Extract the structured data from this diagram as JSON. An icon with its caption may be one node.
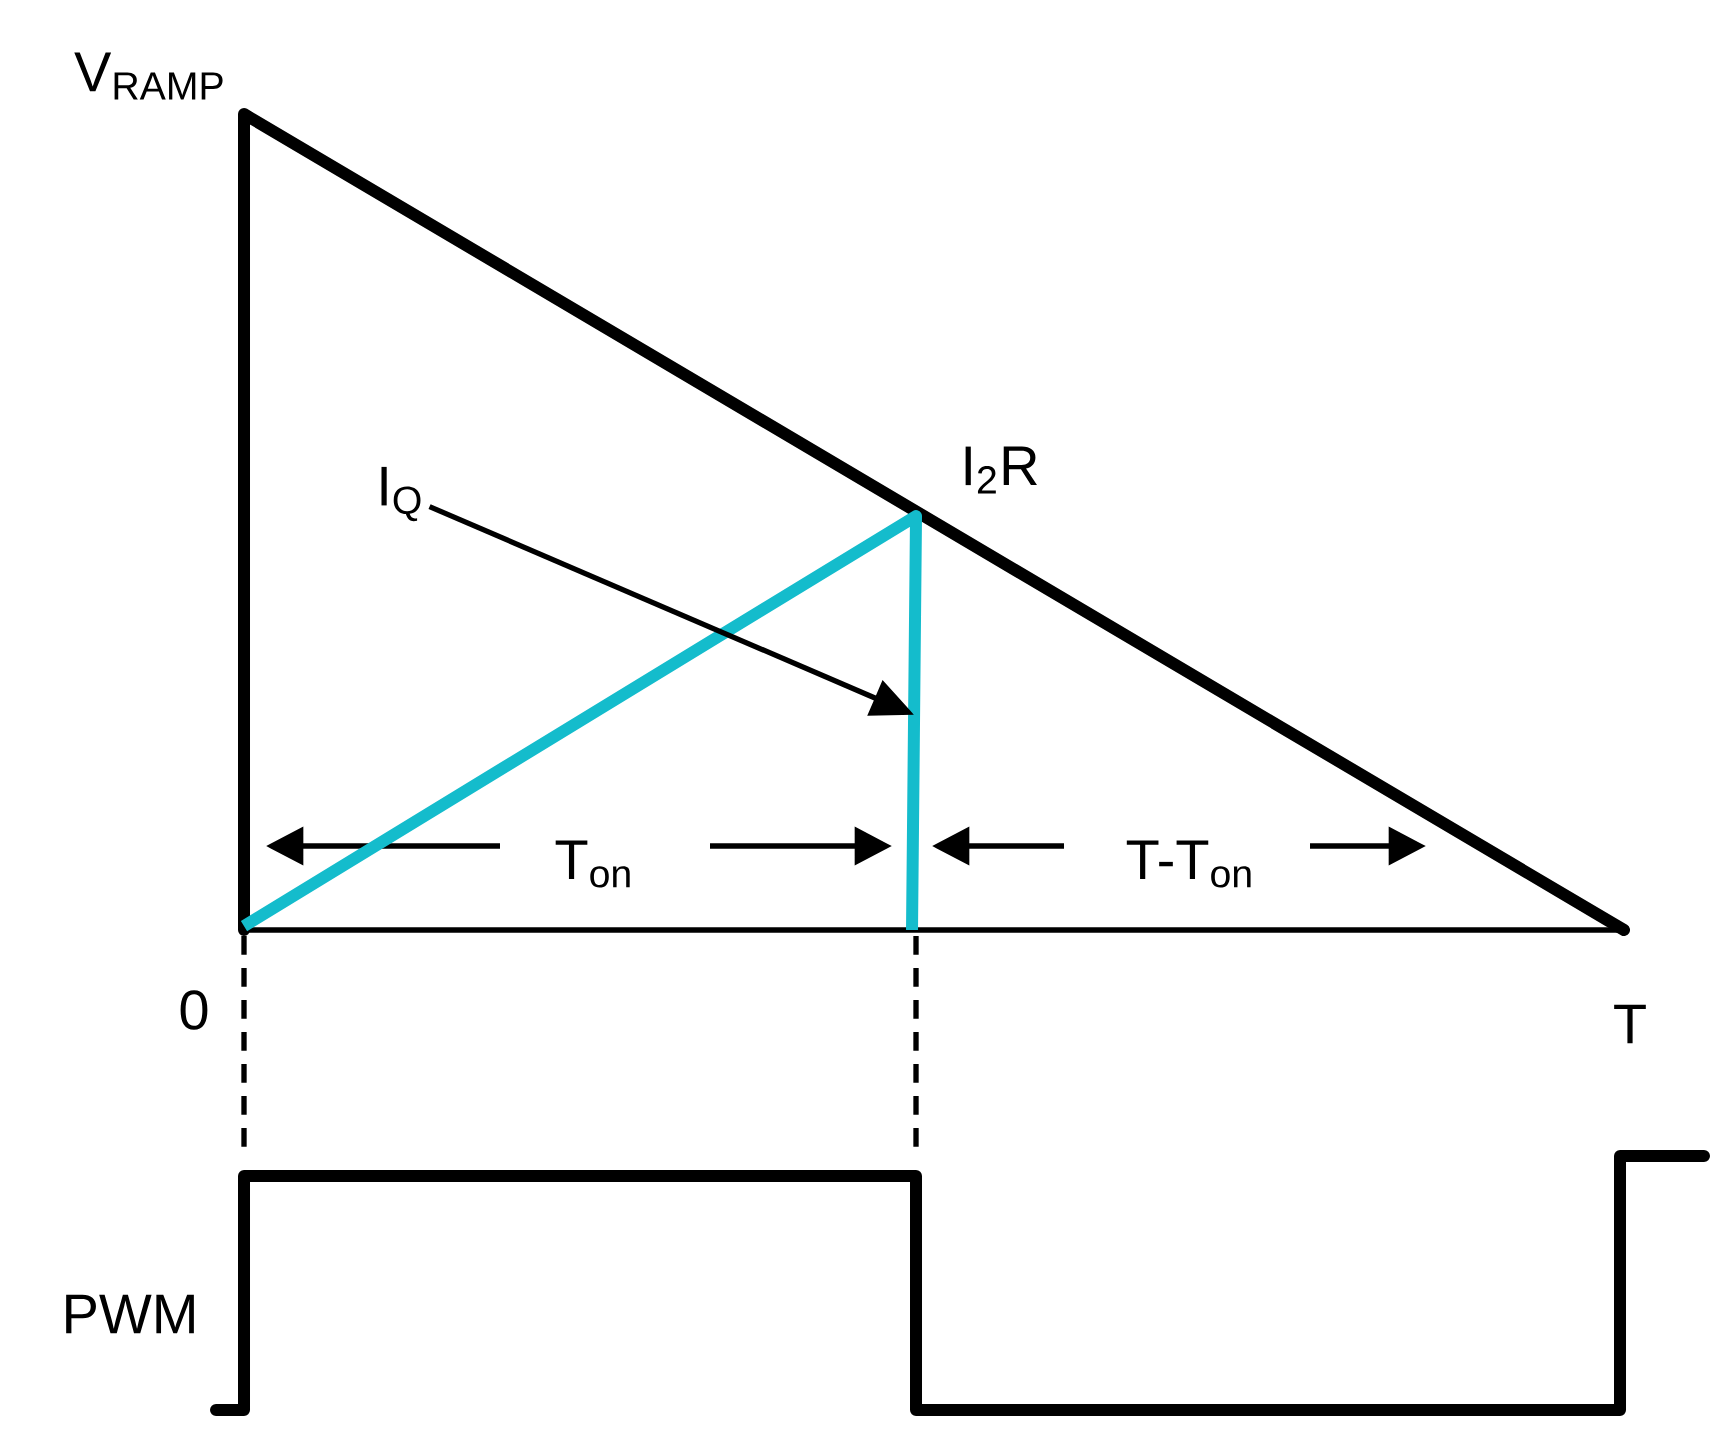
{
  "diagram": {
    "nodes": [
      {
        "text": [
          "I$_{Q}$"
        ]
      },
      {
        "text": [],
        "shape": "line"
      }
    ],
    "edges": [
      {
        "from": 0,
        "to": 1,
        "arrow": "to"
      }
    ],
    "labels": [
      "V$_{RAMP}$",
      "I$_{2}$R",
      "T$_{on}$",
      "T-T$_{on}$",
      "0",
      "T",
      "PWM"
    ]
  }
}
